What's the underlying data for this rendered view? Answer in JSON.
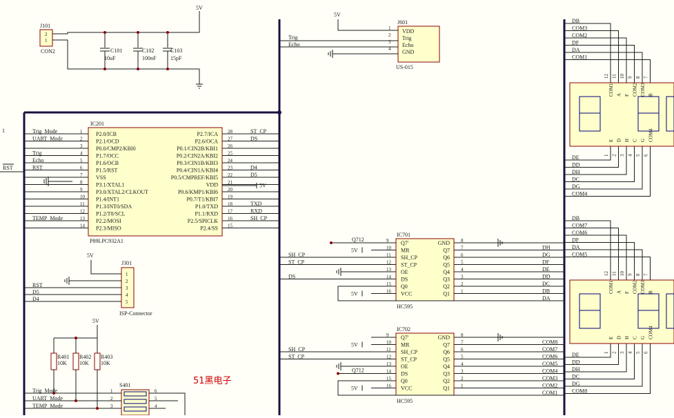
{
  "watermark": "51黑电子",
  "power": {
    "net": "5V"
  },
  "j101": {
    "ref": "J101",
    "value": "CON2",
    "pins": [
      "2",
      "1"
    ]
  },
  "caps": [
    {
      "ref": "C101",
      "value": "10uF"
    },
    {
      "ref": "C102",
      "value": "100nF"
    },
    {
      "ref": "C103",
      "value": "15pF"
    }
  ],
  "ic201": {
    "ref": "IC201",
    "part": "P89LPC932A1",
    "left_pins": [
      {
        "num": "1",
        "name": "P2.0/ICB",
        "net": "Trig_Mode"
      },
      {
        "num": "2",
        "name": "P2.1/OCD",
        "net": "UART_Mode"
      },
      {
        "num": "3",
        "name": "P0.0/CMP2/KBI0",
        "net": ""
      },
      {
        "num": "4",
        "name": "P1.7/OCC",
        "net": "Trig"
      },
      {
        "num": "5",
        "name": "P1.6/OCB",
        "net": "Echo"
      },
      {
        "num": "6",
        "name": "P1.5/RST",
        "net": "RST"
      },
      {
        "num": "7",
        "name": "VSS",
        "net": ""
      },
      {
        "num": "8",
        "name": "P3.1/XTAL1",
        "net": ""
      },
      {
        "num": "9",
        "name": "P3.0/XTAL2/CLKOUT",
        "net": ""
      },
      {
        "num": "10",
        "name": "P1.4/INT1",
        "net": ""
      },
      {
        "num": "11",
        "name": "P1.3/INT0/SDA",
        "net": ""
      },
      {
        "num": "12",
        "name": "P1.2/T0/SCL",
        "net": ""
      },
      {
        "num": "13",
        "name": "P2.2/MOSI",
        "net": "TEMP_Mode"
      },
      {
        "num": "14",
        "name": "P2.3/MISO",
        "net": ""
      }
    ],
    "right_pins": [
      {
        "num": "28",
        "name": "P2.7/ICA",
        "net": "ST_CP"
      },
      {
        "num": "27",
        "name": "P2.6/OCA",
        "net": "DS"
      },
      {
        "num": "26",
        "name": "P0.1/CIN2B/KBI1",
        "net": ""
      },
      {
        "num": "25",
        "name": "P0.2/CIN2A/KBI2",
        "net": ""
      },
      {
        "num": "24",
        "name": "P0.3/CIN1B/KBI3",
        "net": ""
      },
      {
        "num": "23",
        "name": "P0.4/CIN1A/KBI4",
        "net": "D4"
      },
      {
        "num": "22",
        "name": "P0.5/CMPREF/KBI5",
        "net": "D5"
      },
      {
        "num": "21",
        "name": "VDD",
        "net": "5V"
      },
      {
        "num": "20",
        "name": "P0.6/KMP1/KBI6",
        "net": ""
      },
      {
        "num": "19",
        "name": "P0.7/T1/KBI7",
        "net": ""
      },
      {
        "num": "18",
        "name": "P1.0/TXD",
        "net": "TXD"
      },
      {
        "num": "17",
        "name": "P1.1/RXD",
        "net": "RXD"
      },
      {
        "num": "16",
        "name": "P2.5/SPICLK",
        "net": "SH_CP"
      },
      {
        "num": "15",
        "name": "P2.4/SS",
        "net": ""
      }
    ]
  },
  "j601": {
    "ref": "J601",
    "part": "US-015",
    "pins": [
      {
        "num": "1",
        "name": "VDD",
        "net": "5V"
      },
      {
        "num": "2",
        "name": "Trig",
        "net": "Trig"
      },
      {
        "num": "3",
        "name": "Echo",
        "net": "Echo"
      },
      {
        "num": "4",
        "name": "GND",
        "net": ""
      }
    ]
  },
  "j301": {
    "ref": "J301",
    "part": "ISP-Connector",
    "power": "5V",
    "pins": [
      {
        "num": "1",
        "net": ""
      },
      {
        "num": "2",
        "net": ""
      },
      {
        "num": "3",
        "net": "RST"
      },
      {
        "num": "4",
        "net": "D5"
      },
      {
        "num": "5",
        "net": "D4"
      }
    ]
  },
  "resistors": [
    {
      "ref": "R401",
      "value": "10K"
    },
    {
      "ref": "R402",
      "value": "10K"
    },
    {
      "ref": "R403",
      "value": "10K"
    }
  ],
  "s401": {
    "ref": "S401",
    "left": [
      "1",
      "2",
      "3"
    ],
    "right": [
      "6",
      "5",
      "4"
    ],
    "nets": [
      "Trig_Mode",
      "UART_Mode",
      "TEMP_Mode"
    ]
  },
  "ic701": {
    "ref": "IC701",
    "part": "HC595",
    "left_pins": [
      {
        "num": "9",
        "name": "Q7'",
        "net": "Q712"
      },
      {
        "num": "10",
        "name": "MR",
        "net": "5V"
      },
      {
        "num": "11",
        "name": "SH_CP",
        "net": "SH_CP"
      },
      {
        "num": "12",
        "name": "ST_CP",
        "net": "ST_CP"
      },
      {
        "num": "13",
        "name": "OE",
        "net": ""
      },
      {
        "num": "14",
        "name": "DS",
        "net": "DS"
      },
      {
        "num": "15",
        "name": "Q0",
        "net": ""
      },
      {
        "num": "16",
        "name": "VCC",
        "net": "5V"
      }
    ],
    "right_pins": [
      {
        "num": "8",
        "name": "GND",
        "net": ""
      },
      {
        "num": "7",
        "name": "Q7",
        "net": "DH"
      },
      {
        "num": "6",
        "name": "Q6",
        "net": "DG"
      },
      {
        "num": "5",
        "name": "Q5",
        "net": "DF"
      },
      {
        "num": "4",
        "name": "Q4",
        "net": "DE"
      },
      {
        "num": "3",
        "name": "Q3",
        "net": "DD"
      },
      {
        "num": "2",
        "name": "Q2",
        "net": "DC"
      },
      {
        "num": "1",
        "name": "Q1",
        "net": "DB"
      }
    ],
    "extra_net": "DA"
  },
  "ic702": {
    "ref": "IC702",
    "part": "HC595",
    "left_pins": [
      {
        "num": "9",
        "name": "Q7'",
        "net": ""
      },
      {
        "num": "10",
        "name": "MR",
        "net": "5V"
      },
      {
        "num": "11",
        "name": "SH_CP",
        "net": "SH_CP"
      },
      {
        "num": "12",
        "name": "ST_CP",
        "net": "ST_CP"
      },
      {
        "num": "13",
        "name": "OE",
        "net": ""
      },
      {
        "num": "14",
        "name": "DS",
        "net": "Q712"
      },
      {
        "num": "15",
        "name": "Q0",
        "net": ""
      },
      {
        "num": "16",
        "name": "VCC",
        "net": "5V"
      }
    ],
    "right_pins": [
      {
        "num": "8",
        "name": "GND",
        "net": ""
      },
      {
        "num": "7",
        "name": "Q7",
        "net": "COM8"
      },
      {
        "num": "6",
        "name": "Q6",
        "net": "COM7"
      },
      {
        "num": "5",
        "name": "Q5",
        "net": "COM6"
      },
      {
        "num": "4",
        "name": "Q4",
        "net": "COM5"
      },
      {
        "num": "3",
        "name": "Q3",
        "net": "COM4"
      },
      {
        "num": "2",
        "name": "Q2",
        "net": "COM3"
      },
      {
        "num": "1",
        "name": "Q1",
        "net": "COM2"
      }
    ],
    "extra_net": "COM1"
  },
  "display_top": {
    "top_nets": [
      "DB",
      "COM3",
      "COM2",
      "DF",
      "DA",
      "COM1"
    ],
    "top_pins": [
      "12",
      "11",
      "10",
      "9",
      "8",
      "7"
    ],
    "top_names": [
      "COM1",
      "A",
      "F",
      "COM2",
      "COM3",
      "B"
    ],
    "bottom_names": [
      "E",
      "D",
      "H",
      "C",
      "G",
      "COM4"
    ],
    "bottom_pins": [
      "1",
      "2",
      "3",
      "4",
      "5",
      "6"
    ],
    "bottom_nets": [
      "DE",
      "DD",
      "DH",
      "DC",
      "DG",
      "COM4"
    ]
  },
  "display_bottom": {
    "top_nets": [
      "DB",
      "COM7",
      "COM6",
      "DF",
      "DA",
      "COM5"
    ],
    "top_pins": [
      "12",
      "11",
      "10",
      "9",
      "8",
      "7"
    ],
    "top_names": [
      "COM1",
      "A",
      "F",
      "COM2",
      "COM3",
      "B"
    ],
    "bottom_names": [
      "E",
      "D",
      "H",
      "C",
      "G",
      "COM4"
    ],
    "bottom_pins": [
      "1",
      "2",
      "3",
      "4",
      "5",
      "6"
    ],
    "bottom_nets": [
      "DE",
      "DD",
      "DH",
      "DC",
      "DG",
      "COM8"
    ]
  },
  "edge": {
    "rst": "RST",
    "one": "1"
  }
}
